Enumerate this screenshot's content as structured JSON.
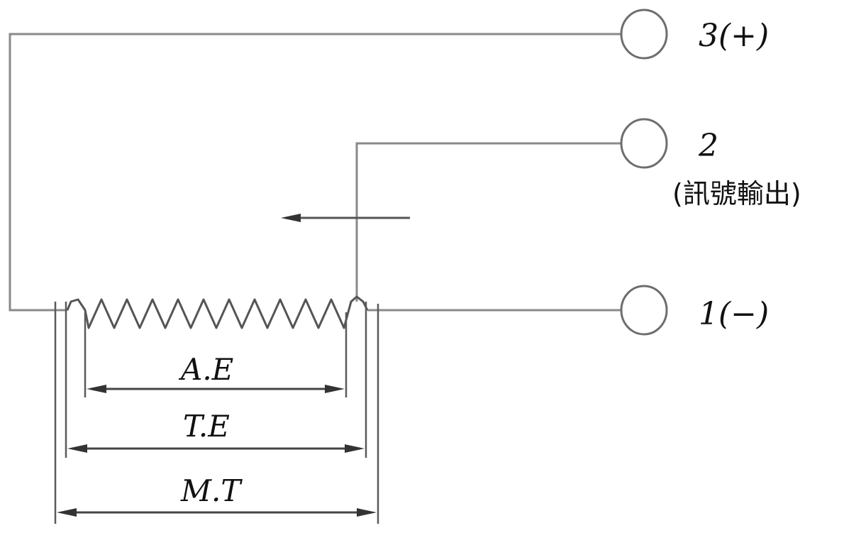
{
  "terminals": {
    "t3": "3(+)",
    "t2": "2",
    "t2_note": "(訊號輸出)",
    "t1": "1(−)"
  },
  "dimensions": {
    "ae": "A.E",
    "te": "T.E",
    "mt": "M.T"
  }
}
